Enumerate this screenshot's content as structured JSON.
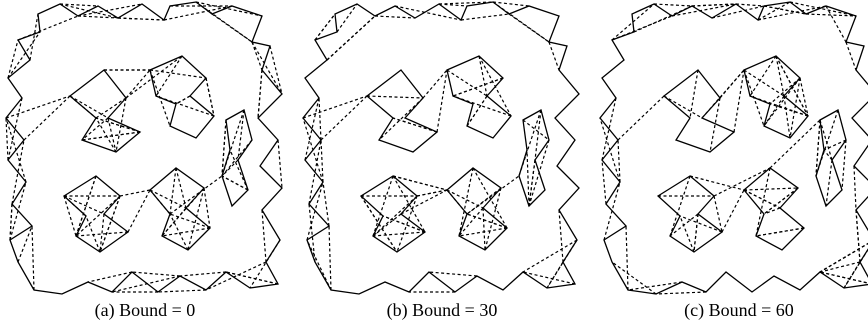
{
  "figure": {
    "panels": [
      {
        "caption": "(a) Bound = 0"
      },
      {
        "caption": "(b)  Bound = 30"
      },
      {
        "caption": "(c)  Bound = 60"
      }
    ]
  },
  "colors": {
    "outline": "#000000",
    "diagonal": "#000000",
    "background": "#ffffff"
  }
}
